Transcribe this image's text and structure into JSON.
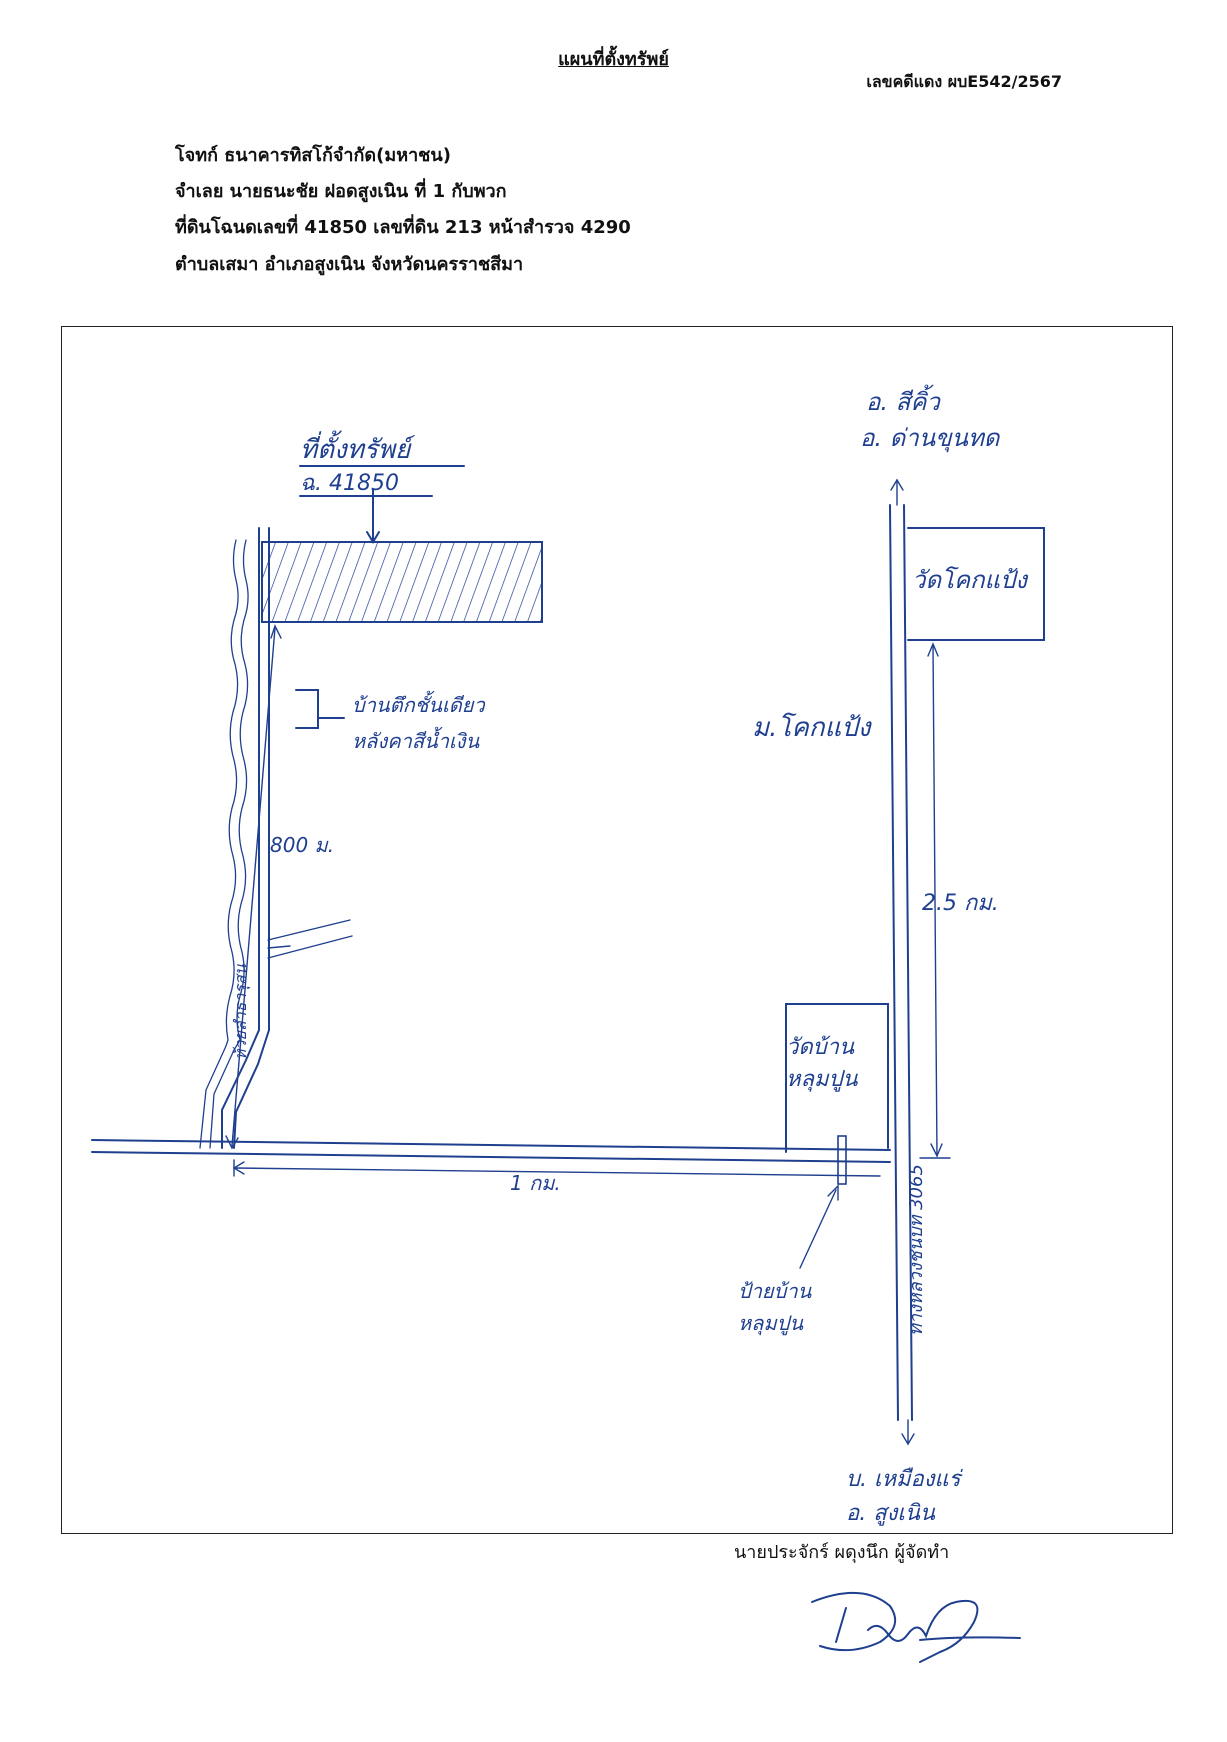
{
  "header": {
    "title": "แผนที่ตั้งทรัพย์",
    "case_number": "เลขคดีแดง ผบE542/2567",
    "plaintiff": "โจทก์ ธนาคารทิสโก้จำกัด(มหาชน)",
    "defendant": "จำเลย  นายธนะชัย ฝอดสูงเนิน ที่ 1 กับพวก",
    "land_deed": "ที่ดินโฉนดเลขที่ 41850 เลขที่ดิน 213 หน้าสำรวจ 4290",
    "location": "ตำบลเสมา  อำเภอสูงเนิน จังหวัดนครราชสีมา"
  },
  "map": {
    "property_label": "ที่ตั้งทรัพย์",
    "deed_label": "ฉ. 41850",
    "house_label_1": "บ้านตึกชั้นเดียว",
    "house_label_2": "หลังคาสีน้ำเงิน",
    "dist_800": "800 ม.",
    "creek_label": "ห้วยลำธารุสน",
    "dist_1km": "1 กม.",
    "dist_25km": "2.5 กม.",
    "village_label": "ม.โคกแป้ง",
    "temple_top": "วัดโคกแป้ง",
    "temple_bottom_1": "วัดบ้าน",
    "temple_bottom_2": "หลุมปูน",
    "road_label": "ทางหลวงชนบท 3065",
    "sign_1": "ป้ายบ้าน",
    "sign_2": "หลุมปูน",
    "north_1": "อ. สีคิ้ว",
    "north_2": "อ. ด่านขุนทด",
    "south_1": "บ. เหมืองแร่",
    "south_2": "อ. สูงเนิน"
  },
  "footer": {
    "maker": "นายประจักร์ ผดุงนึก ผู้จัดทำ"
  },
  "colors": {
    "ink": "#1f3f8f",
    "print": "#111111"
  }
}
